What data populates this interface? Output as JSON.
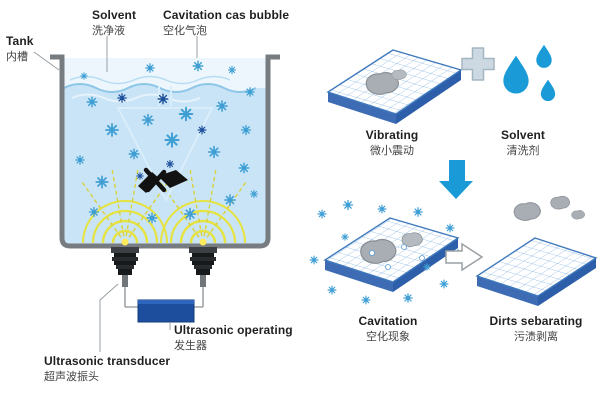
{
  "colors": {
    "accent_blue": "#1a9bd7",
    "generator_blue": "#1c4e9d",
    "water": "#c9e4f6",
    "grid_blue": "#8cb8e4",
    "plate_edge": "#3e78bd",
    "ultrasound_yellow": "#e6e23e",
    "dirt_gray": "#a8aeb4",
    "text_dark": "#1f1f1f"
  },
  "tank_diagram": {
    "tank_label": {
      "en": "Tank",
      "zh": "内槽"
    },
    "solvent_label": {
      "en": "Solvent",
      "zh": "洗净液"
    },
    "cavitation_bubble_label": {
      "en": "Cavitation cas bubble",
      "zh": "空化气泡"
    },
    "ultrasonic_operating_label": {
      "en": "Ultrasonic operating",
      "zh": "发生器"
    },
    "ultrasonic_transducer_label": {
      "en": "Ultrasonic transducer",
      "zh": "超声波振头"
    }
  },
  "process_steps": {
    "vibrating": {
      "en": "Vibrating",
      "zh": "微小震动"
    },
    "solvent": {
      "en": "Solvent",
      "zh": "清洗剂"
    },
    "cavitation": {
      "en": "Cavitation",
      "zh": "空化现象"
    },
    "dirts_separating": {
      "en": "Dirts sebarating",
      "zh": "污渍剥离"
    }
  }
}
